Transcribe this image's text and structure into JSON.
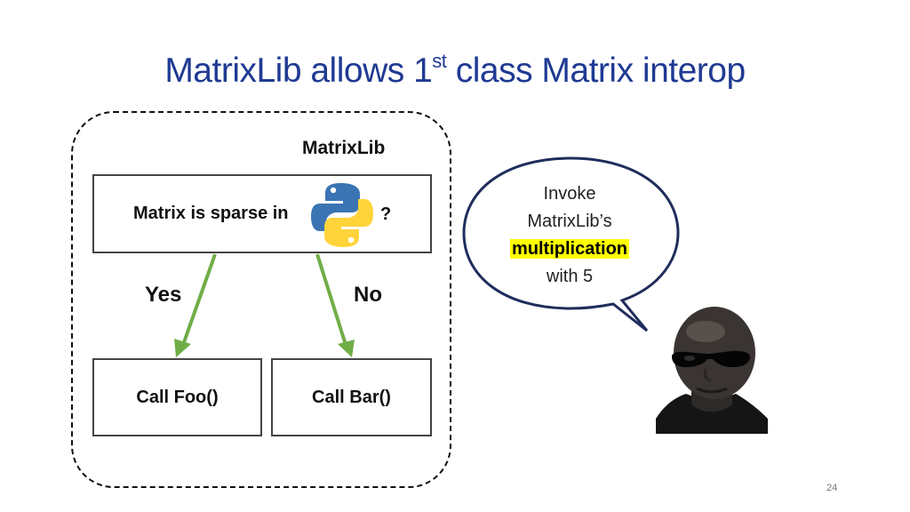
{
  "slide": {
    "title_main": "MatrixLib allows 1",
    "title_sup": "st",
    "title_rest": " class Matrix interop",
    "page_number": "24"
  },
  "diagram": {
    "container_label": "MatrixLib",
    "decision_text": "Matrix is sparse in",
    "decision_suffix": "?",
    "decision_icon": "python-logo-icon",
    "yes_label": "Yes",
    "no_label": "No",
    "left_action": "Call Foo()",
    "right_action": "Call Bar()",
    "arrow_color": "#70ad47"
  },
  "speech_bubble": {
    "line1": "Invoke",
    "line2": "MatrixLib’s",
    "highlight": "multiplication",
    "line4": "with 5",
    "highlight_color": "#ffff00",
    "border_color": "#1f2d5c"
  },
  "portrait_icon": "man-with-sunglasses-portrait"
}
